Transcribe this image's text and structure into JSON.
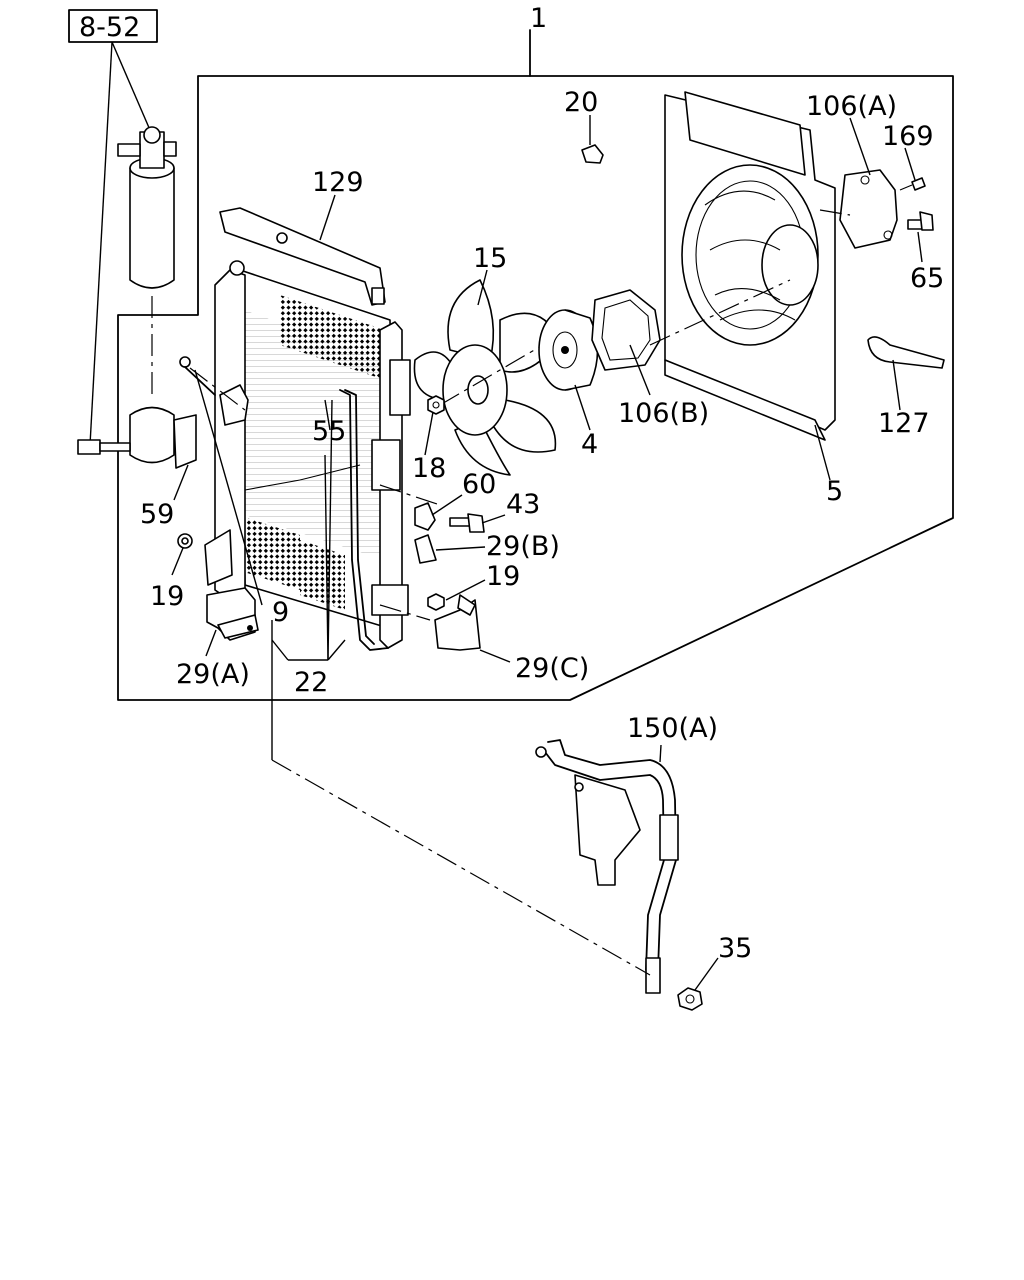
{
  "ref_box": "8-52",
  "callouts": {
    "c1": "1",
    "c4": "4",
    "c5": "5",
    "c9": "9",
    "c15": "15",
    "c18": "18",
    "c19a": "19",
    "c19b": "19",
    "c20": "20",
    "c22": "22",
    "c29a": "29(A)",
    "c29b": "29(B)",
    "c29c": "29(C)",
    "c35": "35",
    "c43": "43",
    "c55": "55",
    "c59": "59",
    "c60": "60",
    "c65": "65",
    "c106a": "106(A)",
    "c106b": "106(B)",
    "c127": "127",
    "c129": "129",
    "c150a": "150(A)",
    "c169": "169"
  }
}
